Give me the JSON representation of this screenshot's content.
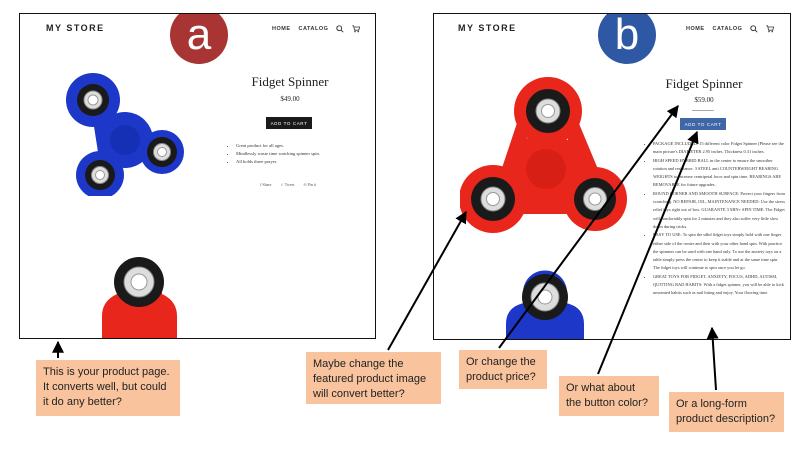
{
  "panel_a": {
    "badge": "a",
    "store_name": "MY STORE",
    "nav": {
      "home": "HOME",
      "catalog": "CATALOG"
    },
    "product_title": "Fidget Spinner",
    "price": "$49.00",
    "add_to_cart": "ADD TO CART",
    "features": [
      "Great product for all ages.",
      "Mindlessly waste time watching spinner spin.",
      "All holds three prayer."
    ],
    "share": [
      "Share",
      "Tweet",
      "Pin it"
    ]
  },
  "panel_b": {
    "badge": "b",
    "store_name": "MY STORE",
    "nav": {
      "home": "HOME",
      "catalog": "CATALOG"
    },
    "product_title": "Fidget Spinner",
    "price": "$59.00",
    "add_to_cart": "ADD TO CART",
    "description": [
      "PACKAGE INCLUDED: 15 different color Fidget Spinner (Please see the main picture's DIAMETER 2.95 inches. Thickness 0.31 inches.",
      "HIGH SPEED HYBRID BALL in the center to ensure the smoother rotation and resistance. 3 STEEL anti COUNTERWEIGHT BEARING WEIGHTS to increase centripetal force and spin time. BEARINGS ARE REMOVABLE for future upgrades.",
      "ROUND CORNER AND SMOOTH SURFACE: Protect your fingers from scratching. NO REPAIR, OIL, MAINTENANCE NEEDED: Use the stress relief toys right out of box. GUARANTE 3 MIN+ SPIN TIME: The Fidget will comfortably spin for 2 minutes and they also suffer very little slow down during tricks.",
      "EASY TO USE: To spin the sdhd fidget toys simply hold with one finger either side of the center and then with your other hand spin. With practice the spinners can be used with one hand only. To use the anxiety toys on a table simply press the center to keep it stable and at the same time spin. The fidget toys will continue to spin once you let go.",
      "GREAT TOYS FOR FIDGET, ANXIETY, FOCUS, ADHD, AUTISM, QUITTING BAD HABITS: With a fidget spinner, you will be able to kick unwanted habits such as nail biting and enjoy. Your flooring time"
    ]
  },
  "callouts": {
    "product_page": "This is your product page. It converts well, but could it do any better?",
    "featured_image": "Maybe change the featured product image will convert better?",
    "price": "Or change the product price?",
    "button_color": "Or what about the button color?",
    "long_form": "Or a long-form product description?"
  },
  "colors": {
    "badge_a": "#a83434",
    "badge_b": "#2e58a4",
    "callout_bg": "#f9c49d",
    "button_a": "#1a1a1a",
    "button_b": "#3f67a8",
    "spinner_blue": "#1d37c9",
    "spinner_red": "#e8261c"
  }
}
